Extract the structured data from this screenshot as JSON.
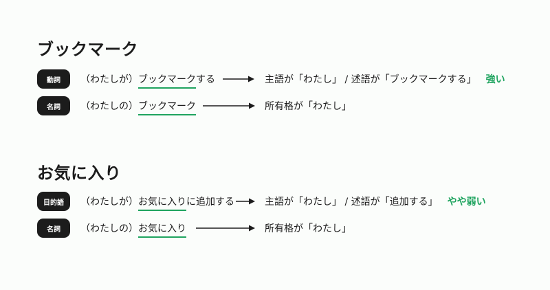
{
  "sections": [
    {
      "title": "ブックマーク",
      "rows": [
        {
          "badge": "動詞",
          "phrase_pre": "（わたしが）",
          "phrase_key": "ブックマーク",
          "phrase_post": "する",
          "result": "主語が「わたし」 / 述語が「ブックマークする」",
          "strength": "強い"
        },
        {
          "badge": "名詞",
          "phrase_pre": "（わたしの）",
          "phrase_key": "ブックマーク",
          "phrase_post": "",
          "result": "所有格が「わたし」",
          "strength": ""
        }
      ]
    },
    {
      "title": "お気に入り",
      "rows": [
        {
          "badge": "目的語",
          "phrase_pre": "（わたしが）",
          "phrase_key": "お気に入り",
          "phrase_post": "に追加する",
          "result": "主語が「わたし」 / 述語が「追加する」",
          "strength": "やや弱い"
        },
        {
          "badge": "名詞",
          "phrase_pre": "（わたしの）",
          "phrase_key": "お気に入り",
          "phrase_post": "",
          "result": "所有格が「わたし」",
          "strength": ""
        }
      ]
    }
  ],
  "colors": {
    "accent": "#1fa45f",
    "badge_bg": "#1c1c1c",
    "text": "#1c1c1c"
  }
}
